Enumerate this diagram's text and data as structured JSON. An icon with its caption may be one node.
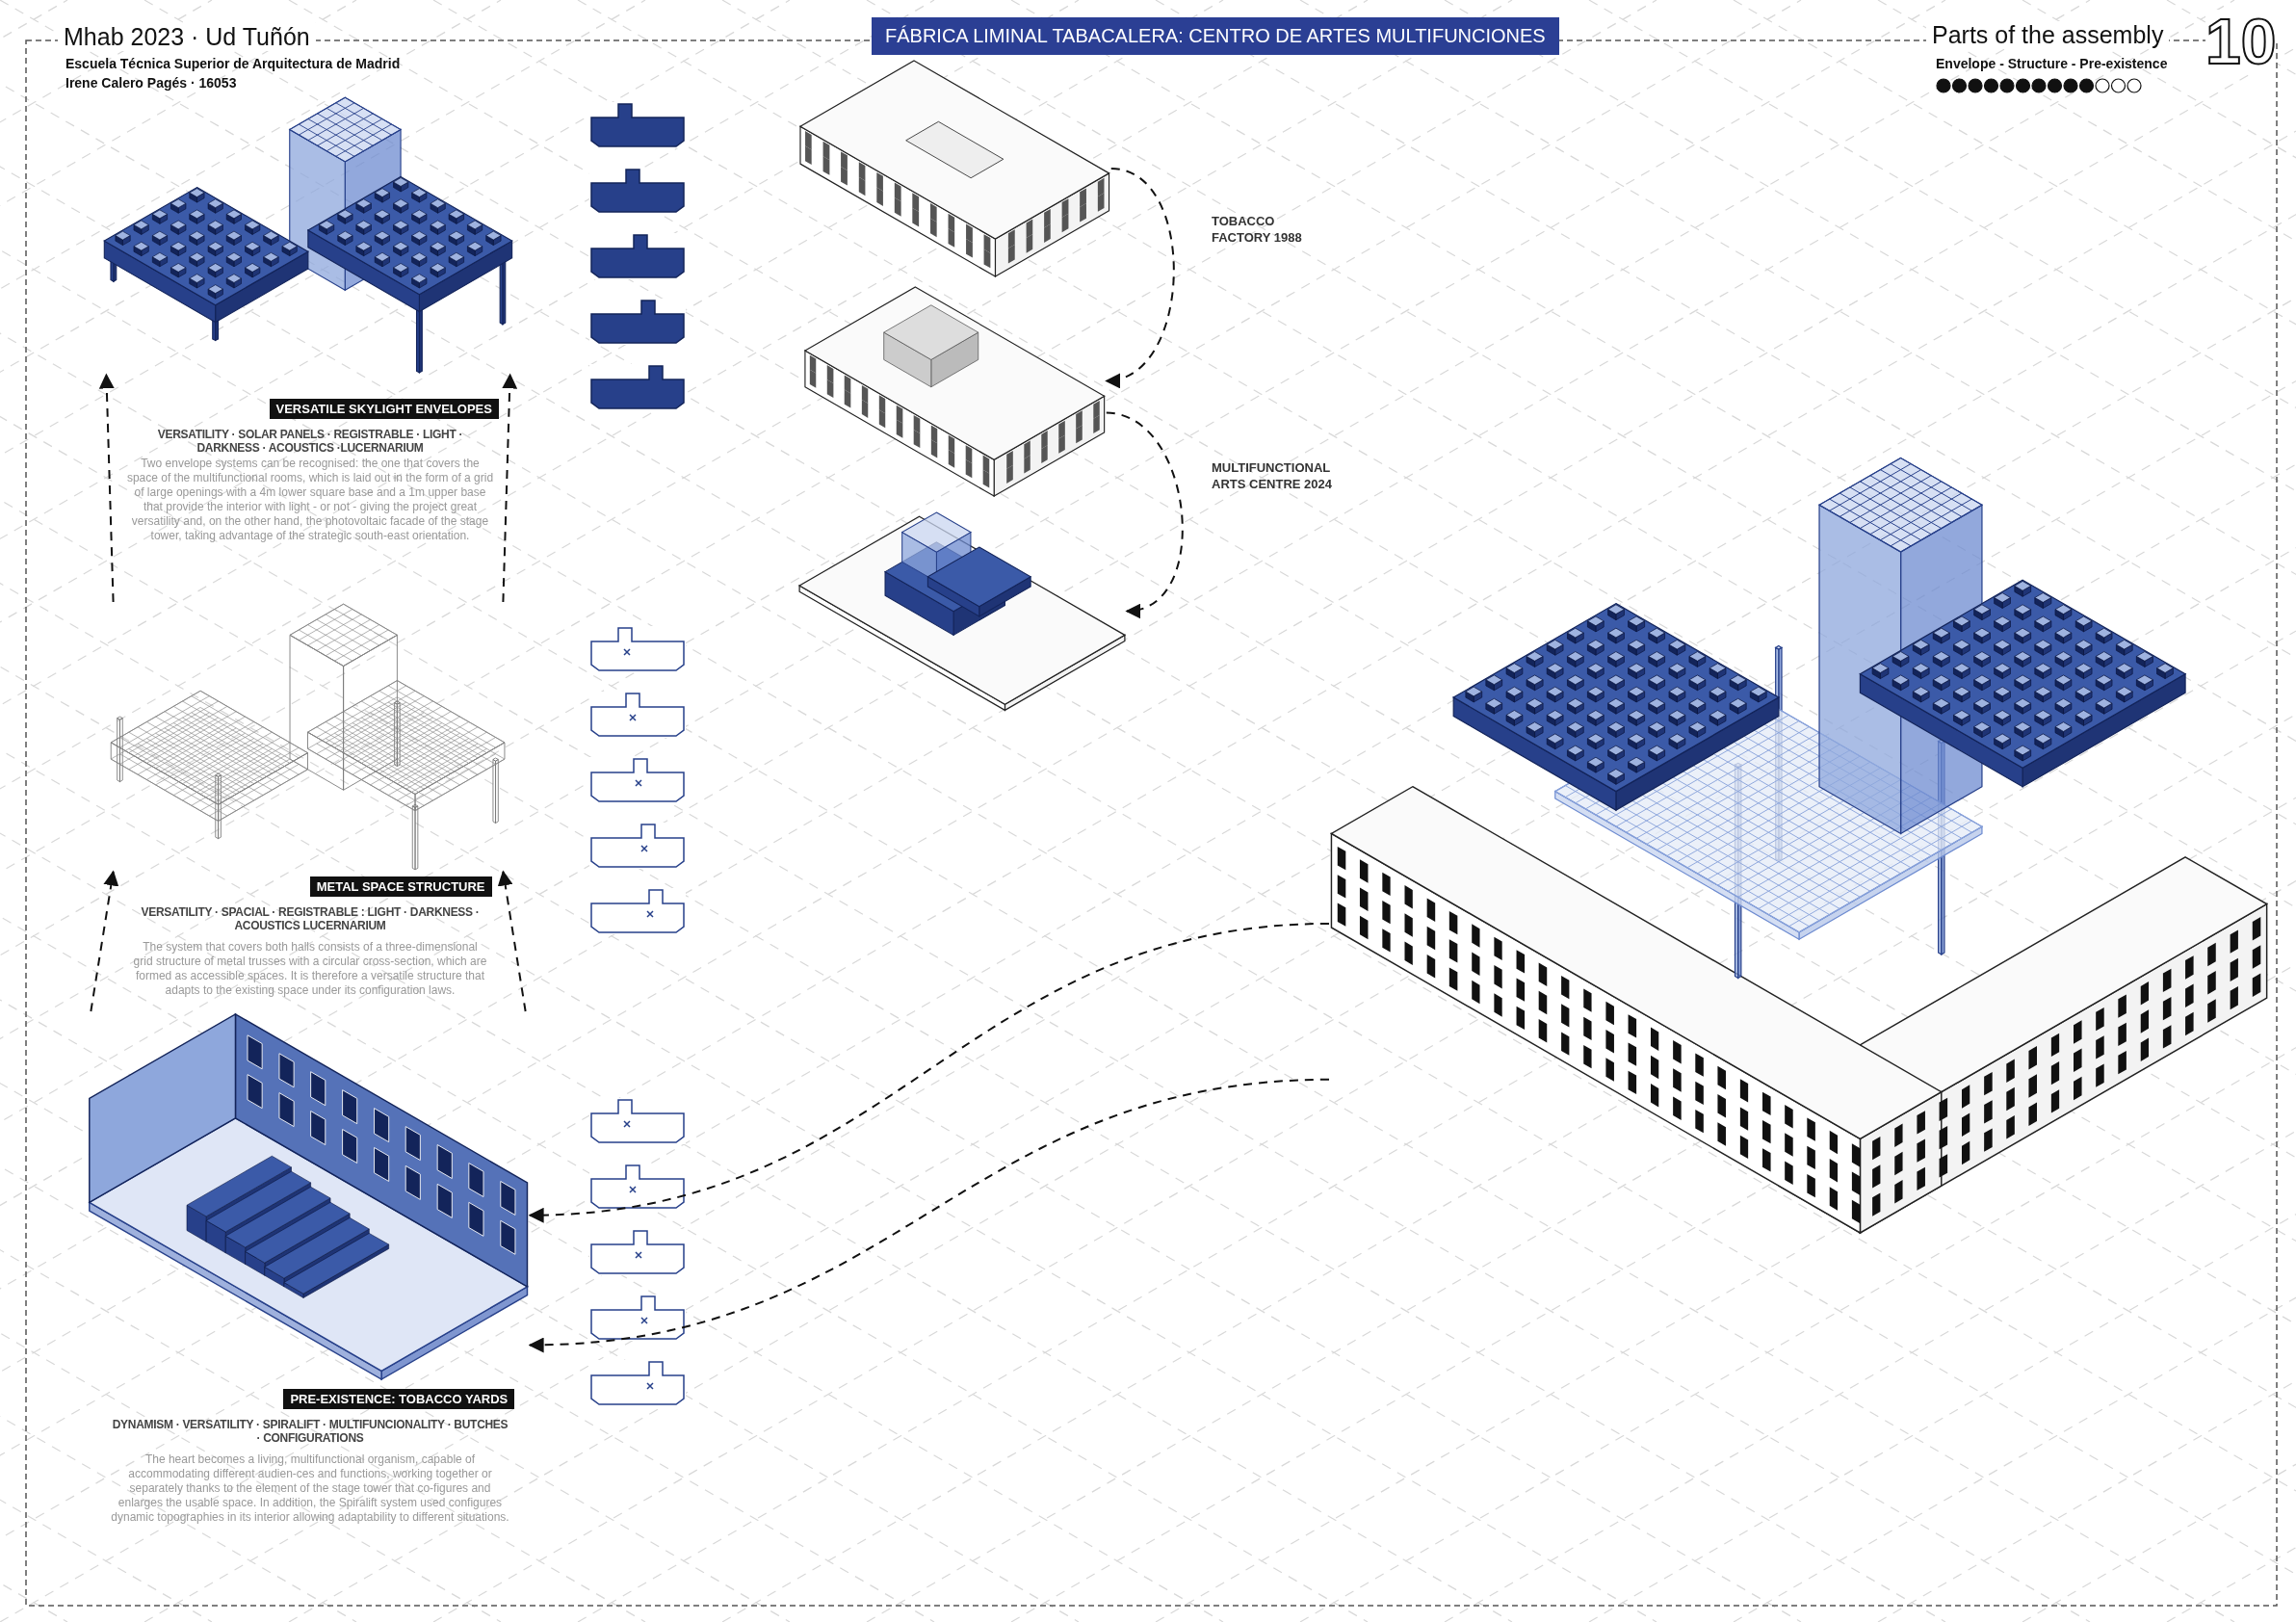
{
  "diagram": {
    "title": "FÁBRICA LIMINAL TABACALERA: CENTRO DE ARTES MULTIFUNCIONES",
    "nodes": [
      {
        "text": [],
        "shape": "picture",
        "beside": [
          "VERSATILE SKYLIGHT ENVELOPES",
          "VERSATILITY · SOLAR PANELS · REGISTRABLE · LIGHT · DARKNESS · ACOUSTICS ·LUCERNARIUM",
          "Two envelope systems can be recognised: the one that covers the space of the multifunctional rooms, which is laid out in the form of a grid of large openings with a 4m lower square base and a 1m upper base that provide the interior with light - or not - giving the project great versatility and, on the other hand, the photovoltaic facade of the stage tower, taking advantage of the strategic south-east orientation."
        ]
      },
      {
        "text": [],
        "shape": "picture",
        "beside": [
          "METAL SPACE STRUCTURE",
          "VERSATILITY · SPACIAL · REGISTRABLE : LIGHT · DARKNESS · ACOUSTICS  LUCERNARIUM",
          "The system that covers both halls consists of a three-dimensional grid structure of metal trusses with a circular cross-section, which are formed as accessible spaces. It is therefore a versatile structure that adapts to the existing space under its configuration laws."
        ]
      },
      {
        "text": [],
        "shape": "picture",
        "beside": [
          "PRE-EXISTENCE: TOBACCO YARDS",
          "DYNAMISM · VERSATILITY · SPIRALIFT · MULTIFUNCIONALITY · BUTCHES · CONFIGURATIONS",
          "The heart becomes a living, multifunctional organism, capable of accommodating different audien-ces and functions, working together or separately thanks to the element of the stage tower that co-figures and enlarges the usable space. In addition, the Spiralift system used configures dynamic topographies in its interior allowing adaptability to different situations."
        ]
      },
      {
        "text": [],
        "shape": "picture"
      },
      {
        "text": [],
        "shape": "picture"
      },
      {
        "text": [],
        "shape": "picture"
      },
      {
        "text": [],
        "shape": "picture"
      }
    ],
    "edges": [
      {
        "from": 3,
        "to": 4,
        "arrow": "to",
        "style": "dashed"
      },
      {
        "from": 4,
        "to": 5,
        "arrow": "to",
        "style": "dashed"
      },
      {
        "from": 2,
        "to": 1,
        "arrow": "to",
        "style": "dashed"
      },
      {
        "from": 1,
        "to": 0,
        "arrow": "to",
        "style": "dashed"
      },
      {
        "from": 2,
        "to": 1,
        "arrow": "to",
        "style": "dashed"
      },
      {
        "from": 1,
        "to": 0,
        "arrow": "to",
        "style": "dashed"
      },
      {
        "from": 6,
        "to": 2,
        "arrow": "to",
        "style": "dashed"
      },
      {
        "from": 6,
        "to": 2,
        "arrow": "to",
        "style": "dashed"
      }
    ],
    "labels": [
      "Mhab 2023 · Ud Tuñón",
      "Escuela Técnica Superior de Arquitectura de Madrid",
      "Irene Calero Pagés · 16053",
      "Parts of the assembly",
      "Envelope - Structure - Pre-existence",
      "10",
      "TOBACCO FACTORY 1988",
      "MULTIFUNCTIONAL ARTS CENTRE 2024"
    ]
  }
}
